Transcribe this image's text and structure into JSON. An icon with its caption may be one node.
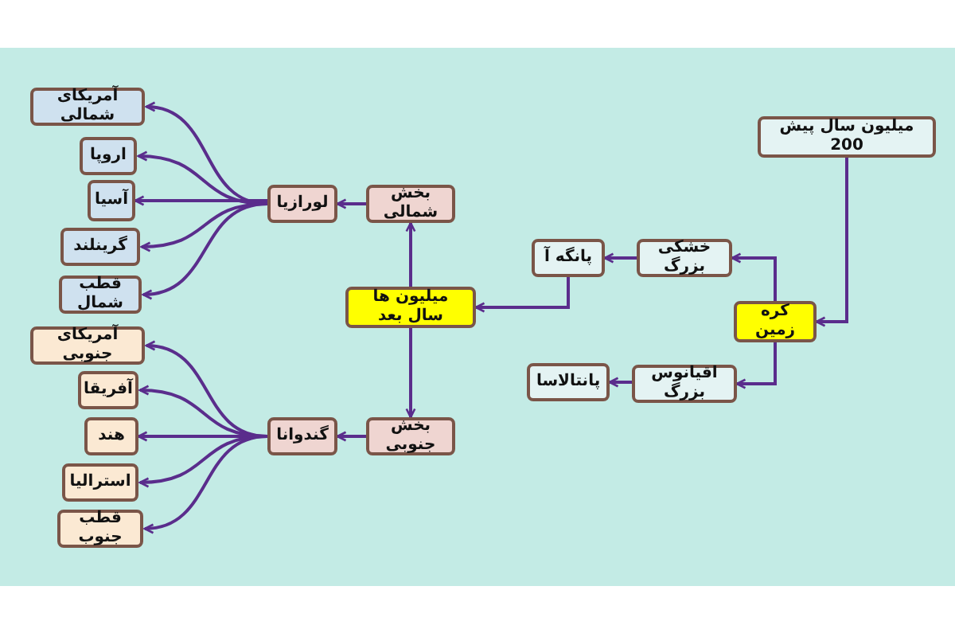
{
  "diagram": {
    "nodes": [
      {
        "text": [
          "میلیون سال پیش 200"
        ]
      },
      {
        "text": [
          "کره زمین"
        ]
      },
      {
        "text": [
          "خشکی بزرگ"
        ]
      },
      {
        "text": [
          "اقیانوس بزرگ"
        ]
      },
      {
        "text": [
          "پانگه آ"
        ]
      },
      {
        "text": [
          "پانتالاسا"
        ]
      },
      {
        "text": [
          "میلیون ها سال بعد"
        ]
      },
      {
        "text": [
          "بخش شمالی"
        ]
      },
      {
        "text": [
          "بخش جنوبی"
        ]
      },
      {
        "text": [
          "لورازیا"
        ]
      },
      {
        "text": [
          "گندوانا"
        ]
      },
      {
        "text": [
          "آمریکای شمالی"
        ]
      },
      {
        "text": [
          "اروپا"
        ]
      },
      {
        "text": [
          "آسیا"
        ]
      },
      {
        "text": [
          "گرینلند"
        ]
      },
      {
        "text": [
          "قطب شمال"
        ]
      },
      {
        "text": [
          "آمریکای جنوبی"
        ]
      },
      {
        "text": [
          "آفریقا"
        ]
      },
      {
        "text": [
          "هند"
        ]
      },
      {
        "text": [
          "استرالیا"
        ]
      },
      {
        "text": [
          "قطب جنوب"
        ]
      }
    ],
    "edges": [
      {
        "from": 0,
        "to": 1,
        "arrow": "to"
      },
      {
        "from": 1,
        "to": 2,
        "arrow": "to"
      },
      {
        "from": 1,
        "to": 3,
        "arrow": "to"
      },
      {
        "from": 2,
        "to": 4,
        "arrow": "to"
      },
      {
        "from": 3,
        "to": 5,
        "arrow": "to"
      },
      {
        "from": 4,
        "to": 6,
        "arrow": "to"
      },
      {
        "from": 6,
        "to": 7,
        "arrow": "to"
      },
      {
        "from": 6,
        "to": 8,
        "arrow": "to"
      },
      {
        "from": 7,
        "to": 9,
        "arrow": "to"
      },
      {
        "from": 8,
        "to": 10,
        "arrow": "to"
      },
      {
        "from": 9,
        "to": 11,
        "arrow": "to"
      },
      {
        "from": 9,
        "to": 12,
        "arrow": "to"
      },
      {
        "from": 9,
        "to": 13,
        "arrow": "to"
      },
      {
        "from": 9,
        "to": 14,
        "arrow": "to"
      },
      {
        "from": 9,
        "to": 15,
        "arrow": "to"
      },
      {
        "from": 10,
        "to": 16,
        "arrow": "to"
      },
      {
        "from": 10,
        "to": 17,
        "arrow": "to"
      },
      {
        "from": 10,
        "to": 18,
        "arrow": "to"
      },
      {
        "from": 10,
        "to": 19,
        "arrow": "to"
      },
      {
        "from": 10,
        "to": 20,
        "arrow": "to"
      }
    ]
  }
}
